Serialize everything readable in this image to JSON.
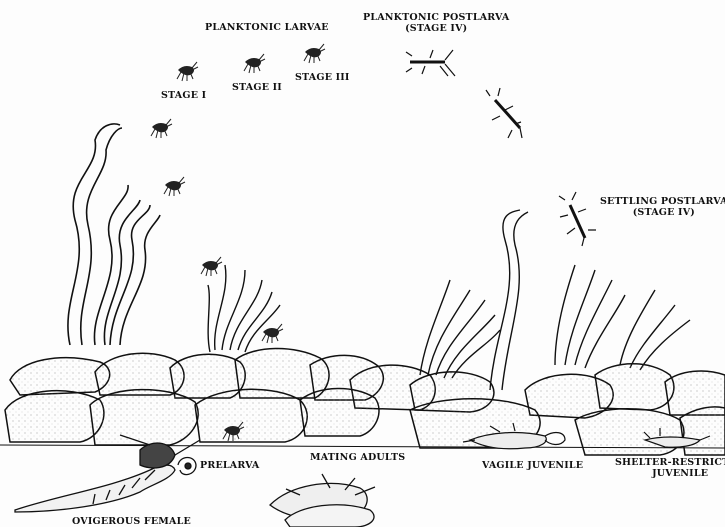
{
  "labels": {
    "planktonic_larvae": "PLANKTONIC LARVAE",
    "planktonic_postlarva": "PLANKTONIC POSTLARVA",
    "planktonic_postlarva_stage": "(STAGE IV)",
    "stage_1": "STAGE I",
    "stage_2": "STAGE II",
    "stage_3": "STAGE III",
    "settling_postlarva": "SETTLING POSTLARVA",
    "settling_postlarva_stage": "(STAGE IV)",
    "prelarva": "PRELARVA",
    "mating_adults": "MATING ADULTS",
    "vagile_juvenile": "VAGILE JUVENILE",
    "shelter_restricted": "SHELTER-RESTRICTED",
    "shelter_restricted_2": "JUVENILE",
    "ovigerous_female": "OVIGEROUS FEMALE"
  },
  "icons": [
    "larva-icon",
    "postlarva-icon",
    "lobster-icon",
    "seaweed-icon",
    "rock-icon"
  ],
  "colors": {
    "ink": "#111111",
    "background": "#fdfdfd"
  }
}
